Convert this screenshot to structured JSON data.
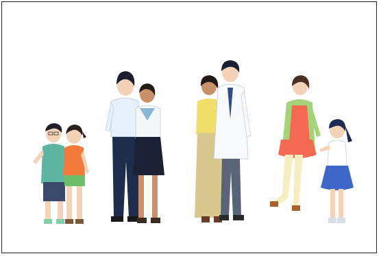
{
  "colors": {
    "border": "#1f1f1f",
    "background": "#ffffff",
    "caption": "#6c6c6c"
  },
  "groups": [
    {
      "name": "children-pair",
      "caption": ""
    },
    {
      "name": "students-pair",
      "caption": ""
    },
    {
      "name": "adult-couple",
      "caption": ""
    },
    {
      "name": "mother-daughter",
      "caption": ""
    }
  ]
}
